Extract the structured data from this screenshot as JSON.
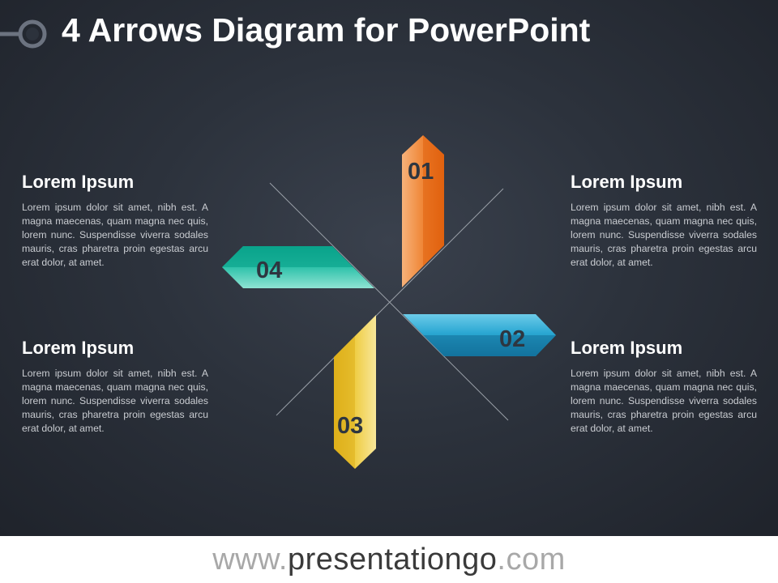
{
  "title": "4 Arrows Diagram for PowerPoint",
  "footer": {
    "prefix": "www.",
    "brand": "presentationgo",
    "suffix": ".com"
  },
  "arrows": [
    {
      "label": "01",
      "color": "#ef6f1a"
    },
    {
      "label": "02",
      "color": "#1f97c4"
    },
    {
      "label": "03",
      "color": "#e8c12b"
    },
    {
      "label": "04",
      "color": "#16b29b"
    }
  ],
  "blocks": [
    {
      "heading": "Lorem Ipsum",
      "body": "Lorem ipsum dolor sit amet, nibh est. A magna maecenas, quam magna nec quis, lorem nunc. Suspendisse viverra sodales mauris, cras pharetra proin egestas arcu erat dolor, at amet."
    },
    {
      "heading": "Lorem Ipsum",
      "body": "Lorem ipsum dolor sit amet, nibh est. A magna maecenas, quam magna nec quis, lorem nunc. Suspendisse viverra sodales mauris, cras pharetra proin egestas arcu erat dolor, at amet."
    },
    {
      "heading": "Lorem Ipsum",
      "body": "Lorem ipsum dolor sit amet, nibh est. A magna maecenas, quam magna nec quis, lorem nunc. Suspendisse viverra sodales mauris, cras pharetra proin egestas arcu erat dolor, at amet."
    },
    {
      "heading": "Lorem Ipsum",
      "body": "Lorem ipsum dolor sit amet, nibh est. A magna maecenas, quam magna nec quis, lorem nunc. Suspendisse viverra sodales mauris, cras pharetra proin egestas arcu erat dolor, at amet."
    }
  ]
}
